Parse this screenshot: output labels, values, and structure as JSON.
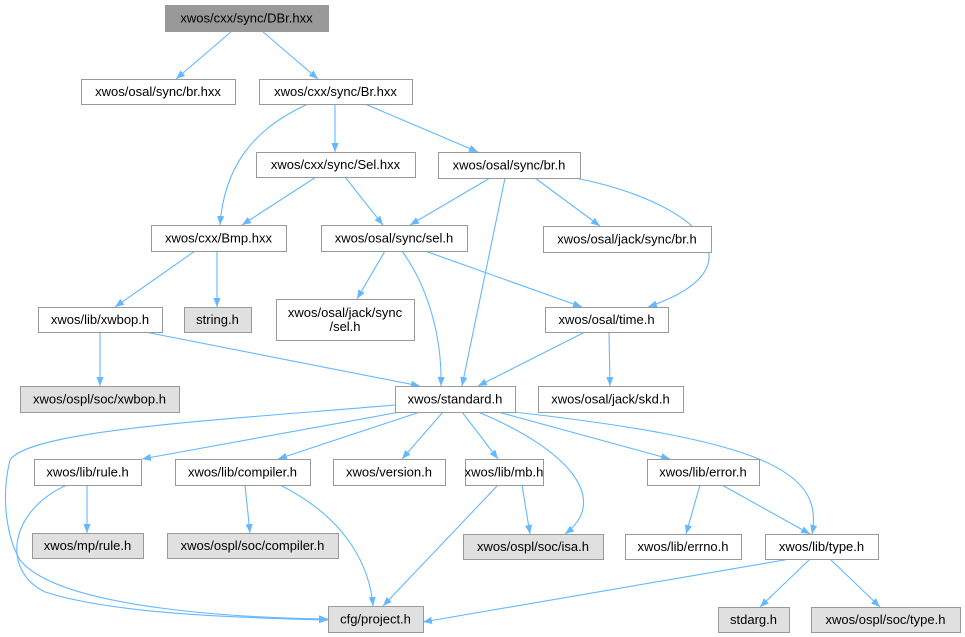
{
  "graph": {
    "type": "include-dependency-graph",
    "colors": {
      "root_fill": "#999999",
      "node_fill": "#ffffff",
      "external_fill": "#e0e0e0",
      "border": "#999999",
      "edge": "#63b8ff"
    },
    "nodes": {
      "dbr_hxx": {
        "label": "xwos/cxx/sync/DBr.hxx",
        "kind": "root"
      },
      "osal_br_hxx": {
        "label": "xwos/osal/sync/br.hxx",
        "kind": "node"
      },
      "cxx_br_hxx": {
        "label": "xwos/cxx/sync/Br.hxx",
        "kind": "node"
      },
      "cxx_sel_hxx": {
        "label": "xwos/cxx/sync/Sel.hxx",
        "kind": "node"
      },
      "osal_br_h": {
        "label": "xwos/osal/sync/br.h",
        "kind": "node"
      },
      "bmp_hxx": {
        "label": "xwos/cxx/Bmp.hxx",
        "kind": "node"
      },
      "osal_sel_h": {
        "label": "xwos/osal/sync/sel.h",
        "kind": "node"
      },
      "jack_br_h": {
        "label": "xwos/osal/jack/sync/br.h",
        "kind": "node"
      },
      "xwbop_h": {
        "label": "xwos/lib/xwbop.h",
        "kind": "node"
      },
      "string_h": {
        "label": "string.h",
        "kind": "external"
      },
      "jack_sel_h": {
        "label": "xwos/osal/jack/sync",
        "label2": "/sel.h",
        "kind": "node"
      },
      "time_h": {
        "label": "xwos/osal/time.h",
        "kind": "node"
      },
      "soc_xwbop_h": {
        "label": "xwos/ospl/soc/xwbop.h",
        "kind": "external"
      },
      "standard_h": {
        "label": "xwos/standard.h",
        "kind": "node"
      },
      "jack_skd_h": {
        "label": "xwos/osal/jack/skd.h",
        "kind": "node"
      },
      "rule_h": {
        "label": "xwos/lib/rule.h",
        "kind": "node"
      },
      "compiler_h": {
        "label": "xwos/lib/compiler.h",
        "kind": "node"
      },
      "version_h": {
        "label": "xwos/version.h",
        "kind": "node"
      },
      "mb_h": {
        "label": "xwos/lib/mb.h",
        "kind": "node"
      },
      "error_h": {
        "label": "xwos/lib/error.h",
        "kind": "node"
      },
      "mp_rule_h": {
        "label": "xwos/mp/rule.h",
        "kind": "external"
      },
      "soc_compiler_h": {
        "label": "xwos/ospl/soc/compiler.h",
        "kind": "external"
      },
      "soc_isa_h": {
        "label": "xwos/ospl/soc/isa.h",
        "kind": "external"
      },
      "errno_h": {
        "label": "xwos/lib/errno.h",
        "kind": "node"
      },
      "type_h": {
        "label": "xwos/lib/type.h",
        "kind": "node"
      },
      "project_h": {
        "label": "cfg/project.h",
        "kind": "external"
      },
      "stdarg_h": {
        "label": "stdarg.h",
        "kind": "external"
      },
      "soc_type_h": {
        "label": "xwos/ospl/soc/type.h",
        "kind": "external"
      }
    },
    "edges": [
      [
        "dbr_hxx",
        "osal_br_hxx"
      ],
      [
        "dbr_hxx",
        "cxx_br_hxx"
      ],
      [
        "cxx_br_hxx",
        "bmp_hxx"
      ],
      [
        "cxx_br_hxx",
        "cxx_sel_hxx"
      ],
      [
        "cxx_br_hxx",
        "osal_br_h"
      ],
      [
        "cxx_sel_hxx",
        "bmp_hxx"
      ],
      [
        "cxx_sel_hxx",
        "osal_sel_h"
      ],
      [
        "osal_br_h",
        "osal_sel_h"
      ],
      [
        "osal_br_h",
        "jack_br_h"
      ],
      [
        "osal_br_h",
        "standard_h"
      ],
      [
        "osal_br_h",
        "time_h"
      ],
      [
        "bmp_hxx",
        "xwbop_h"
      ],
      [
        "bmp_hxx",
        "string_h"
      ],
      [
        "osal_sel_h",
        "jack_sel_h"
      ],
      [
        "osal_sel_h",
        "standard_h"
      ],
      [
        "osal_sel_h",
        "time_h"
      ],
      [
        "xwbop_h",
        "soc_xwbop_h"
      ],
      [
        "xwbop_h",
        "standard_h"
      ],
      [
        "time_h",
        "standard_h"
      ],
      [
        "time_h",
        "jack_skd_h"
      ],
      [
        "standard_h",
        "project_h"
      ],
      [
        "standard_h",
        "rule_h"
      ],
      [
        "standard_h",
        "compiler_h"
      ],
      [
        "standard_h",
        "version_h"
      ],
      [
        "standard_h",
        "mb_h"
      ],
      [
        "standard_h",
        "soc_isa_h"
      ],
      [
        "standard_h",
        "error_h"
      ],
      [
        "standard_h",
        "type_h"
      ],
      [
        "rule_h",
        "mp_rule_h"
      ],
      [
        "rule_h",
        "project_h"
      ],
      [
        "compiler_h",
        "soc_compiler_h"
      ],
      [
        "compiler_h",
        "project_h"
      ],
      [
        "mb_h",
        "soc_isa_h"
      ],
      [
        "mb_h",
        "project_h"
      ],
      [
        "error_h",
        "errno_h"
      ],
      [
        "error_h",
        "type_h"
      ],
      [
        "type_h",
        "project_h"
      ],
      [
        "type_h",
        "stdarg_h"
      ],
      [
        "type_h",
        "soc_type_h"
      ]
    ]
  }
}
